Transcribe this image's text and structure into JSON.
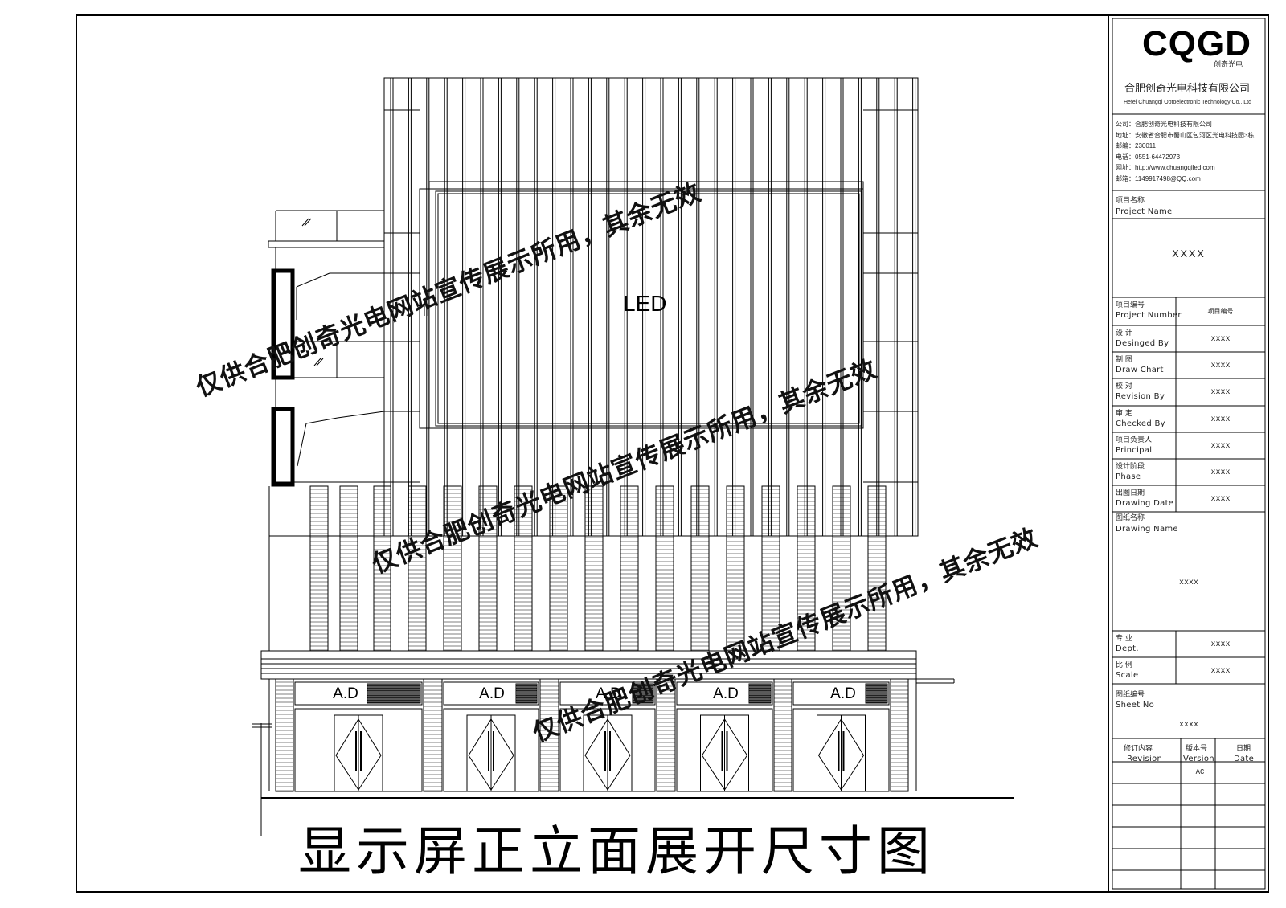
{
  "drawing": {
    "led_label": "LED",
    "ad_label": "A.D",
    "main_title": "显示屏正立面展开尺寸图",
    "watermark": "仅供合肥创奇光电网站宣传展示所用，其余无效"
  },
  "title_block": {
    "logo": "CQGD",
    "logo_sub": "创奇光电",
    "company_cn": "合肥创奇光电科技有限公司",
    "company_en": "Hefei Chuangqi Optoelectronic Technology Co., Ltd",
    "contact": [
      "公司：合肥创奇光电科技有限公司",
      "地址：安徽省合肥市蜀山区包河区光电科技园3栋",
      "邮编：230011",
      "电话：0551-64472973",
      "网址：http://www.chuangqiled.com",
      "邮箱：1149917498@QQ.com"
    ],
    "project_name": {
      "cn": "项目名称",
      "en": "Project Name",
      "value": "XXXX"
    },
    "rows": [
      {
        "cn": "项目编号",
        "en": "Project Number",
        "value": "项目编号"
      },
      {
        "cn": "设  计",
        "en": "Desinged By",
        "value": "xxxx"
      },
      {
        "cn": "制  图",
        "en": "Draw Chart",
        "value": "xxxx"
      },
      {
        "cn": "校  对",
        "en": "Revision By",
        "value": "xxxx"
      },
      {
        "cn": "审  定",
        "en": "Checked By",
        "value": "xxxx"
      },
      {
        "cn": "项目负责人",
        "en": "Principal",
        "value": "xxxx"
      },
      {
        "cn": "设计阶段",
        "en": "Phase",
        "value": "xxxx"
      },
      {
        "cn": "出图日期",
        "en": "Drawing Date",
        "value": "xxxx"
      }
    ],
    "drawing_name": {
      "cn": "图纸名称",
      "en": "Drawing Name",
      "value": "xxxx"
    },
    "rows2": [
      {
        "cn": "专  业",
        "en": "Dept.",
        "value": "xxxx"
      },
      {
        "cn": "比  例",
        "en": "Scale",
        "value": "xxxx"
      }
    ],
    "sheet_no": {
      "cn": "图纸编号",
      "en": "Sheet No",
      "value": "xxxx"
    },
    "revision_header": [
      {
        "cn": "修订内容",
        "en": "Revision"
      },
      {
        "cn": "版本号",
        "en": "Version"
      },
      {
        "cn": "日期",
        "en": "Date"
      }
    ],
    "revision_first_version": "AC"
  }
}
